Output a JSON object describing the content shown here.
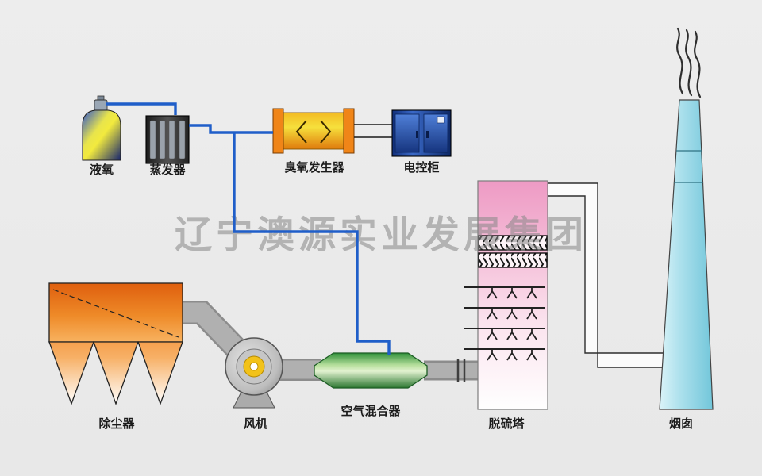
{
  "watermark": {
    "text": "辽宁澳源实业发展集团"
  },
  "labels": {
    "liquid_oxygen": "液氧",
    "evaporator": "蒸发器",
    "ozone_generator": "臭氧发生器",
    "control_cabinet": "电控柜",
    "dust_collector": "除尘器",
    "fan": "风机",
    "air_mixer": "空气混合器",
    "desulfurization_tower": "脱硫塔",
    "chimney": "烟囱"
  },
  "colors": {
    "background": "#eaeaea",
    "pipe_blue": "#1f5ec9",
    "duct_gray": "#b0b0b0",
    "duct_edge_gray": "#8c8c8c",
    "wire_black": "#1a1a1a",
    "dust_collector_orange": "#ee8a28",
    "ozone_yellow": "#f6e03c",
    "ozone_flange_orange": "#f08518",
    "cabinet_blue": "#2a56b0",
    "mixer_green": "#49a04f",
    "tower_pink": "#ee9ac4",
    "chimney_cyan": "#9bdcea",
    "fan_hub_yellow": "#f2c21a",
    "watermark_gray": "#878787"
  }
}
